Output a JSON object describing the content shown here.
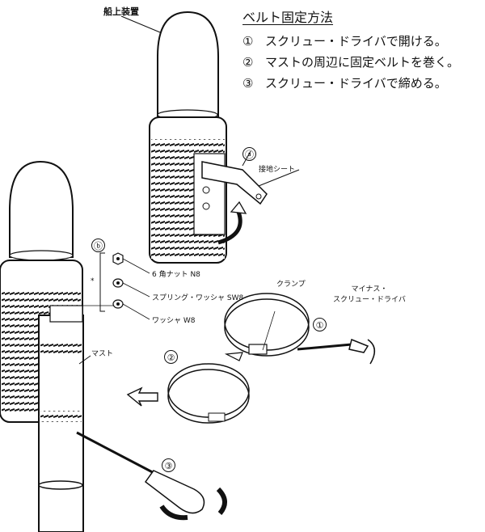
{
  "method": {
    "title": "ベルト固定方法",
    "steps": [
      {
        "num": "①",
        "text": "スクリュー・ドライバで開ける。"
      },
      {
        "num": "②",
        "text": "マストの周辺に固定ベルトを巻く。"
      },
      {
        "num": "③",
        "text": "スクリュー・ドライバで締める。"
      }
    ]
  },
  "labels": {
    "shipboard_unit": "船上装置",
    "ground_sheet": "接地シート",
    "marker_a": "ⓐ",
    "marker_b": "ⓑ",
    "hex_nut": "6 角ナット N8",
    "spring_washer": "スプリング・ワッシャ SW8",
    "washer": "ワッシャ W8",
    "clamp": "クランプ",
    "screwdriver": "マイナス・\nスクリュー・ドライバ",
    "mast": "マスト",
    "step1": "①",
    "step2": "②",
    "step3": "③",
    "asterisk": "*"
  }
}
